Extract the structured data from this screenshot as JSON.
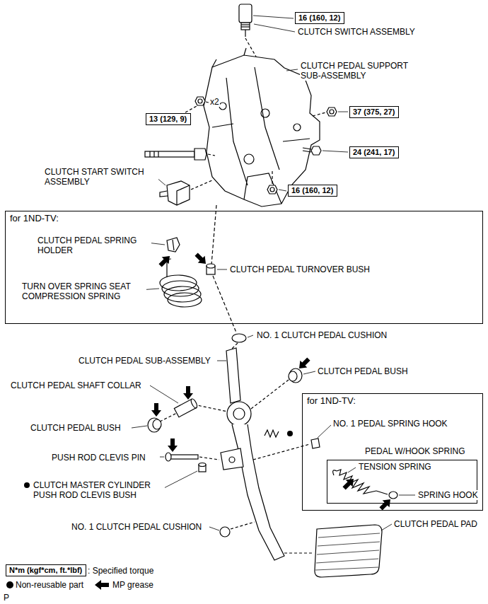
{
  "diagram": {
    "nodes": [
      {
        "text": [
          "16 (160, 12)"
        ]
      },
      {
        "text": [
          "13 (129, 9)"
        ]
      },
      {
        "text": [
          "37 (375, 27)"
        ]
      },
      {
        "text": [
          "24 (241, 17)"
        ]
      },
      {
        "text": [
          "16 (160, 12)"
        ]
      },
      {
        "text": [
          "for 1ND-TV:"
        ]
      },
      {
        "text": [
          "for 1ND-TV:"
        ]
      },
      {
        "text": [
          "PEDAL W/HOOK SPRING"
        ],
        "in": 6
      },
      {
        "text": [
          "N*m (kgf*cm, ft.*lbf)"
        ]
      }
    ],
    "labels": [
      "CLUTCH SWITCH ASSEMBLY",
      "CLUTCH PEDAL SUPPORT SUB-ASSEMBLY",
      "x2",
      "CLUTCH START SWITCH ASSEMBLY",
      "CLUTCH PEDAL SPRING HOLDER",
      "CLUTCH PEDAL TURNOVER BUSH",
      "TURN OVER SPRING SEAT COMPRESSION SPRING",
      "NO. 1 CLUTCH PEDAL CUSHION",
      "CLUTCH PEDAL SUB-ASSEMBLY",
      "CLUTCH PEDAL BUSH",
      "CLUTCH PEDAL SHAFT COLLAR",
      "CLUTCH PEDAL BUSH",
      "PUSH ROD CLEVIS PIN",
      "CLUTCH MASTER CYLINDER PUSH ROD CLEVIS BUSH",
      "NO. 1 PEDAL SPRING HOOK",
      "TENSION SPRING",
      "SPRING HOOK",
      "NO. 1 CLUTCH PEDAL CUSHION",
      "CLUTCH PEDAL PAD",
      "P"
    ],
    "legend": [
      {
        "text": ": Specified torque"
      },
      {
        "text": "Non-reusable part"
      },
      {
        "text": "MP grease"
      }
    ]
  }
}
